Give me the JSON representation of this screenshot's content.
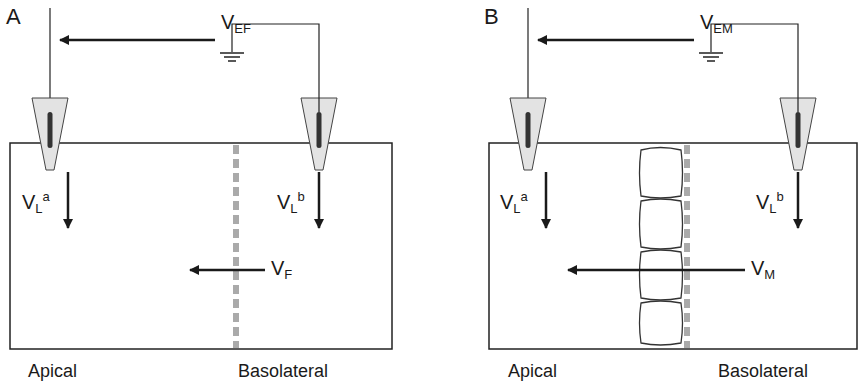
{
  "diagram": {
    "labels": [
      "A",
      "VEF",
      "VLa",
      "VLb",
      "VF",
      "Apical",
      "Basolateral",
      "B",
      "VEM",
      "VLa",
      "VLb",
      "VM",
      "Apical",
      "Basolateral"
    ]
  }
}
